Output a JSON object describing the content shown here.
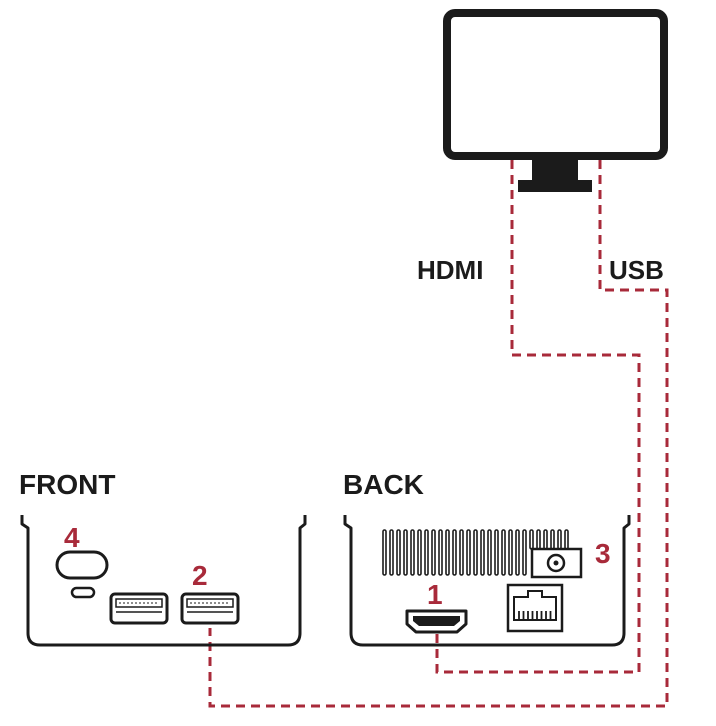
{
  "labels": {
    "hdmi": "HDMI",
    "usb": "USB",
    "front": "FRONT",
    "back": "BACK"
  },
  "callouts": {
    "hdmi_port": "1",
    "usb_port": "2",
    "dc_in": "3",
    "power_button": "4"
  },
  "colors": {
    "line": "#1b1b1b",
    "cable": "#a82a3a",
    "callout": "#a82a3a"
  }
}
